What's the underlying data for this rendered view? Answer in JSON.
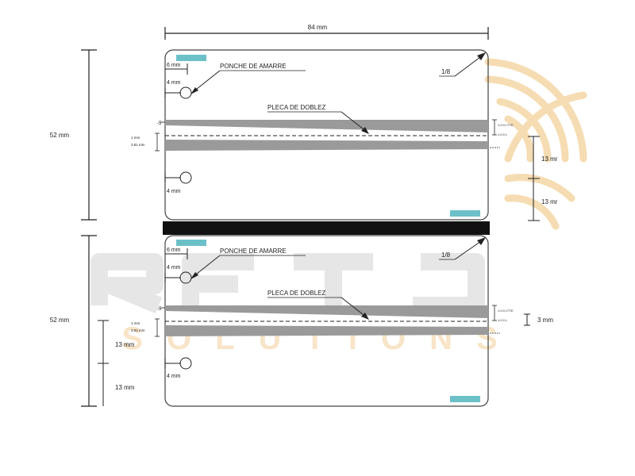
{
  "dimensions": {
    "width_label": "84 mm",
    "height_label_top": "52 mm",
    "height_label_bottom": "52 mm",
    "thirteen_1": "13 mr",
    "thirteen_2": "13 mr",
    "thirteen_3": "13 mm",
    "thirteen_4": "13 mm",
    "three_mm": "3 mm"
  },
  "cards": [
    {
      "six_mm": "6 mm",
      "four_mm_top": "4 mm",
      "four_mm_bottom": "4 mm",
      "ponche_label": "PONCHE DE AMARRE",
      "pleca_label": "PLECA DE DOBLEZ",
      "fraction": "1/8",
      "small_1mm": "1 mm",
      "small_381": "3.81 mm",
      "small_5": "-5",
      "small_right_1": "1.0.0 LTTE",
      "small_right_2": "1.0.0 L"
    },
    {
      "six_mm": "6 mm",
      "four_mm_top": "4 mm",
      "four_mm_bottom": "4 mm",
      "ponche_label": "PONCHE DE AMARRE",
      "pleca_label": "PLECA DE DOBLEZ",
      "fraction": "1/8",
      "small_1mm": "1 mm",
      "small_381": "3.81 mm",
      "small_5": "-5",
      "small_right_1": "1.0.0 LTTE",
      "small_right_2": "1.0.0 L"
    }
  ],
  "watermark": {
    "main": "RFTJ",
    "sub": "SOLUTIONS"
  },
  "colors": {
    "teal": "#6cc1c8",
    "band": "#9a9a9a",
    "black_bar": "#111111",
    "watermark_orange": "#f3cf9a",
    "watermark_gray": "#e6e6e6"
  }
}
